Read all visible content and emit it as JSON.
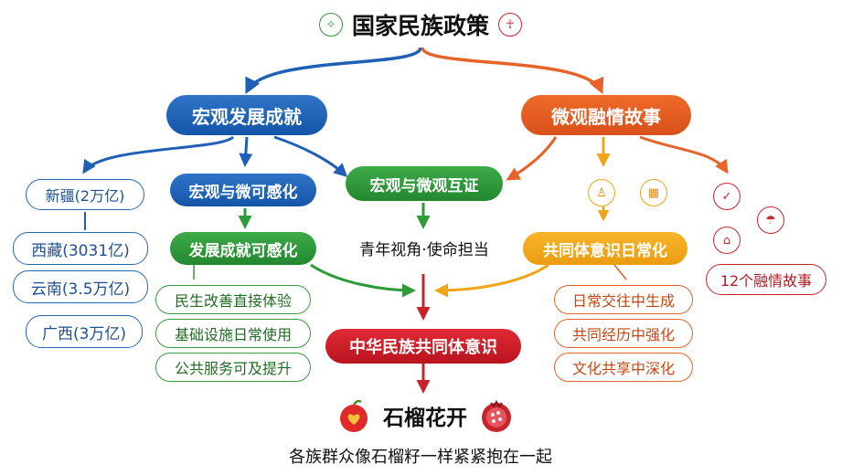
{
  "title": "国家民族政策",
  "macro": {
    "title": "宏观发展成就",
    "regions": [
      "新疆(2万亿)",
      "西藏(3031亿)",
      "云南(3.5万亿)",
      "广西(3万亿)"
    ],
    "perceivable": "宏观与微可感化",
    "development": "发展成就可感化",
    "items": [
      "民生改善直接体验",
      "基础设施日常使用",
      "公共服务可及提升"
    ]
  },
  "micro": {
    "title": "微观融情故事",
    "routine": "共同体意识日常化",
    "items": [
      "日常交往中生成",
      "共同经历中强化",
      "文化共享中深化"
    ],
    "stories": "12个融情故事"
  },
  "mutual": "宏观与微观互证",
  "youth": "青年视角·使命担当",
  "community": "中华民族共同体意识",
  "pomegranate": "石榴花开",
  "motto": "各族群众像石榴籽一样紧紧抱在一起",
  "colors": {
    "blue": "#1f5fb5",
    "green": "#2e9a3a",
    "orange": "#e8632a",
    "yellow": "#f0a419",
    "red": "#c8242c"
  }
}
